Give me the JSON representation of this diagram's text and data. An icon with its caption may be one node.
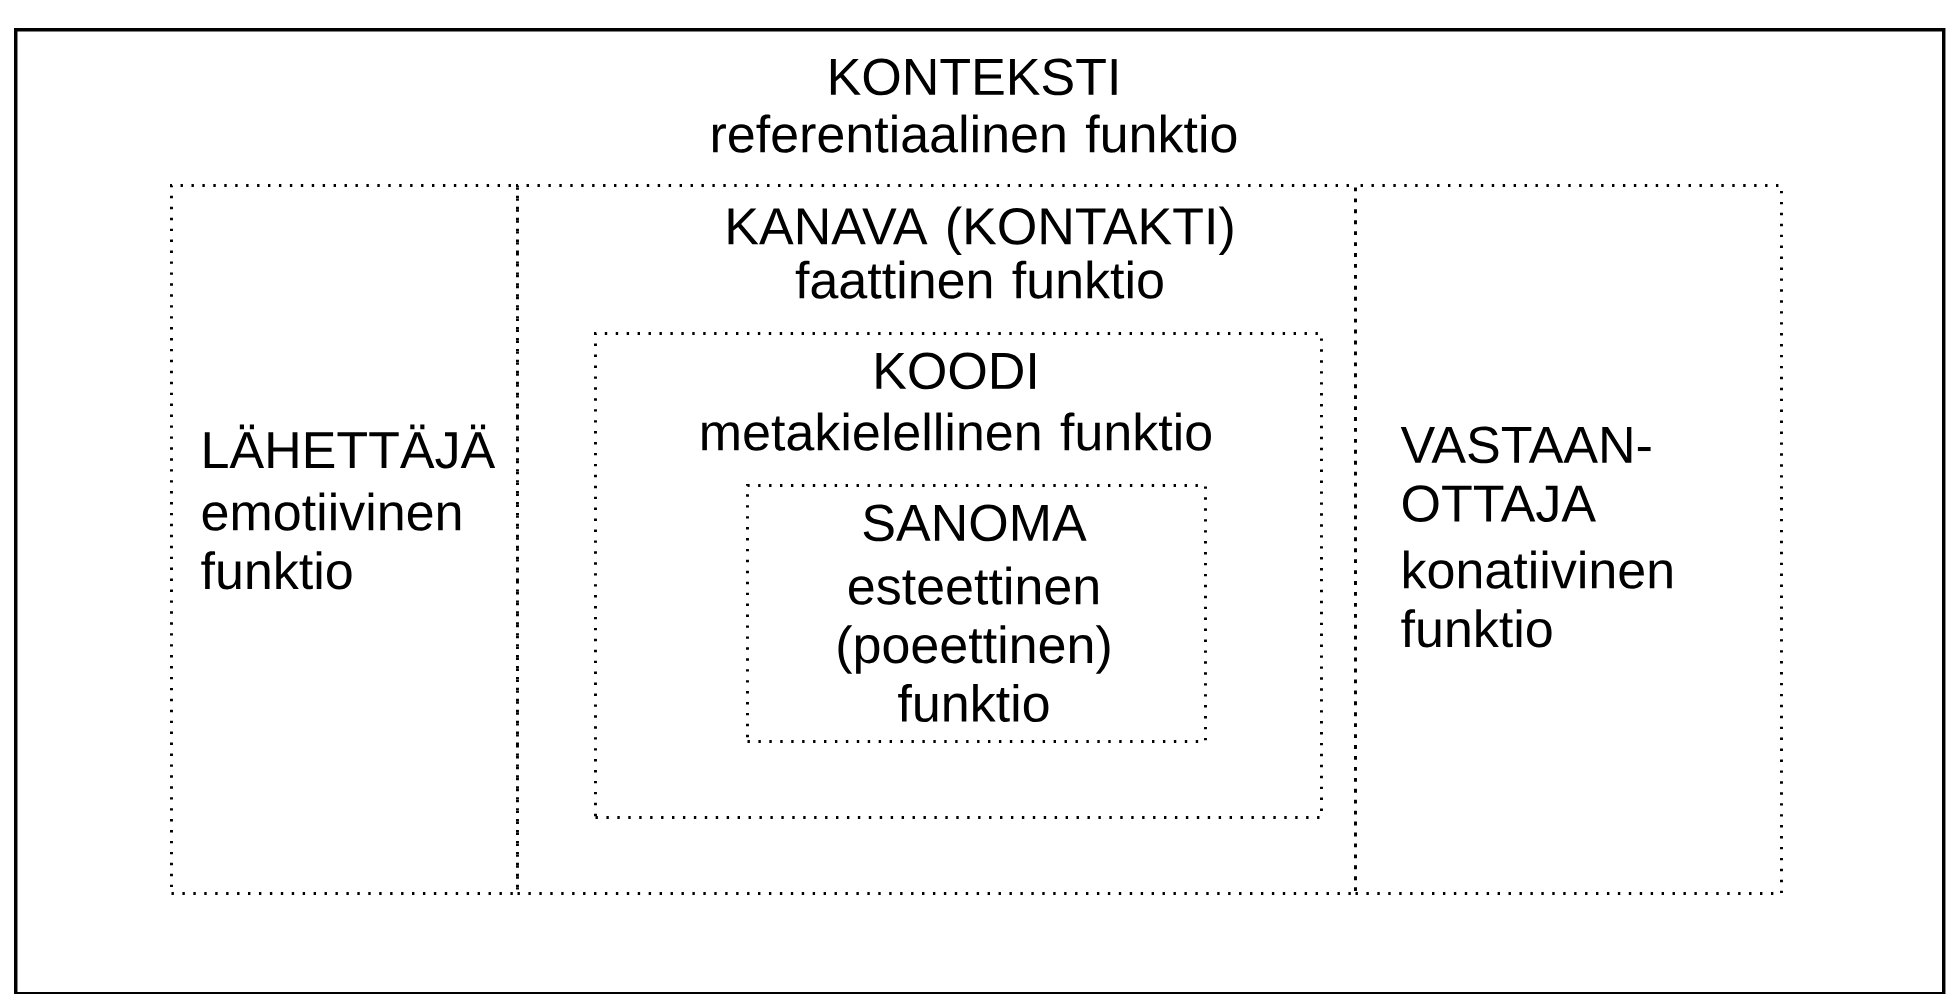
{
  "diagram": {
    "nodes": [
      {
        "text": [
          "KONTEKSTI",
          "referentiaalinen funktio"
        ]
      },
      {
        "text": [
          "LÄHETTÄJÄ",
          "emotiivinen funktio"
        ],
        "in": 0
      },
      {
        "text": [
          "KANAVA (KONTAKTI)",
          "faattinen funktio"
        ],
        "in": 0
      },
      {
        "text": [
          "KOODI",
          "metakielellinen funktio"
        ],
        "in": 2
      },
      {
        "text": [
          "SANOMA",
          "esteettinen (poeettinen) funktio"
        ],
        "in": 3
      },
      {
        "text": [
          "VASTAAN- OTTAJA",
          "konatiivinen funktio"
        ],
        "in": 0
      }
    ]
  }
}
